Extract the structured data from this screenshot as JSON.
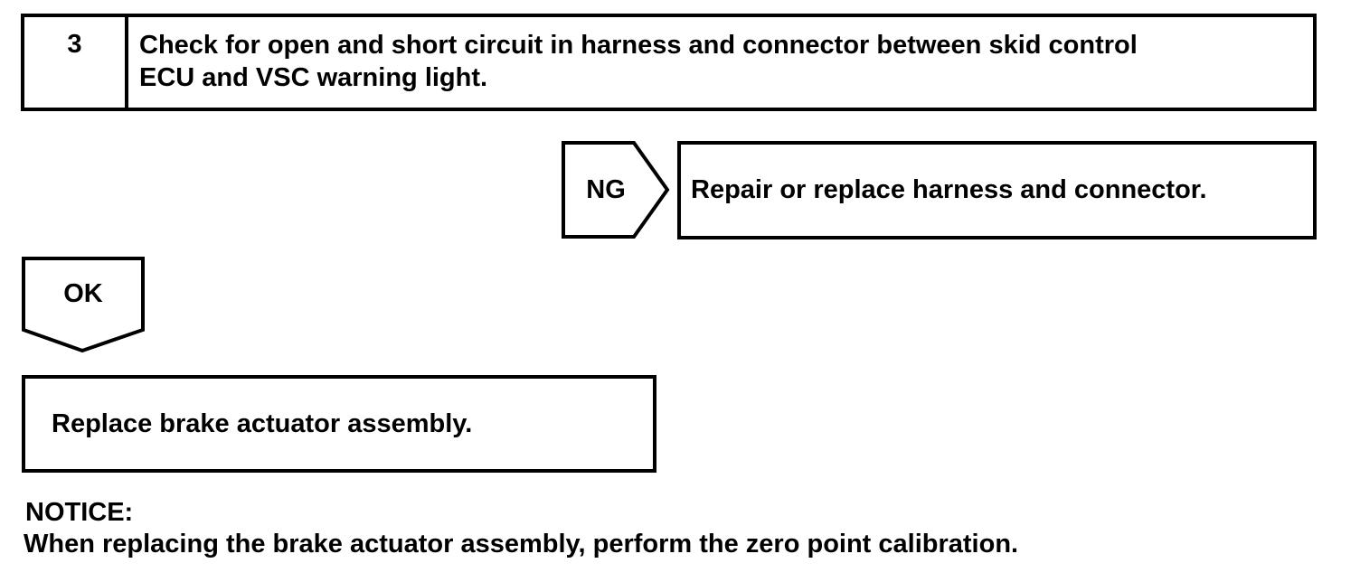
{
  "flowchart": {
    "step": {
      "number": "3",
      "instruction_lines": [
        "Check for open and short circuit in harness and connector between skid control",
        "ECU and VSC warning light."
      ]
    },
    "ng_branch": {
      "label": "NG",
      "action": "Repair or replace harness and connector."
    },
    "ok_branch": {
      "label": "OK",
      "action": "Replace brake actuator assembly."
    },
    "notice": {
      "heading": "NOTICE:",
      "body": "When replacing the brake actuator assembly, perform the zero point calibration."
    },
    "colors": {
      "line": "#000000",
      "background": "#ffffff"
    }
  }
}
